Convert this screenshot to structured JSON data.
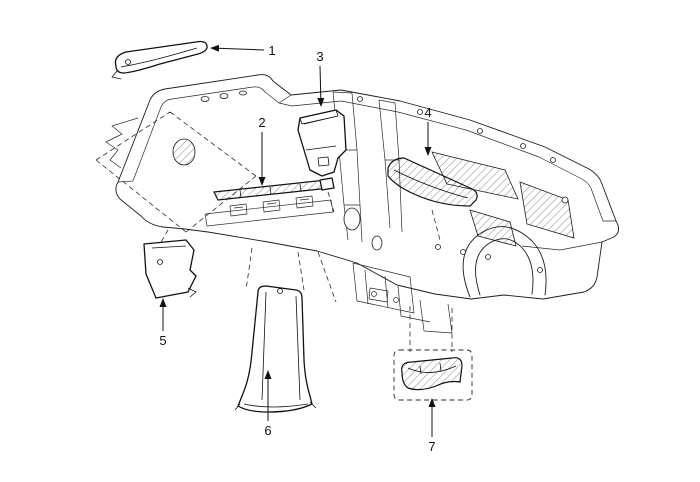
{
  "figure": {
    "background_color": "#ffffff",
    "line_color": "#1c1c1c",
    "callouts": [
      {
        "label": "1"
      },
      {
        "label": "2"
      },
      {
        "label": "3"
      },
      {
        "label": "4"
      },
      {
        "label": "5"
      },
      {
        "label": "6"
      },
      {
        "label": "7"
      }
    ]
  }
}
